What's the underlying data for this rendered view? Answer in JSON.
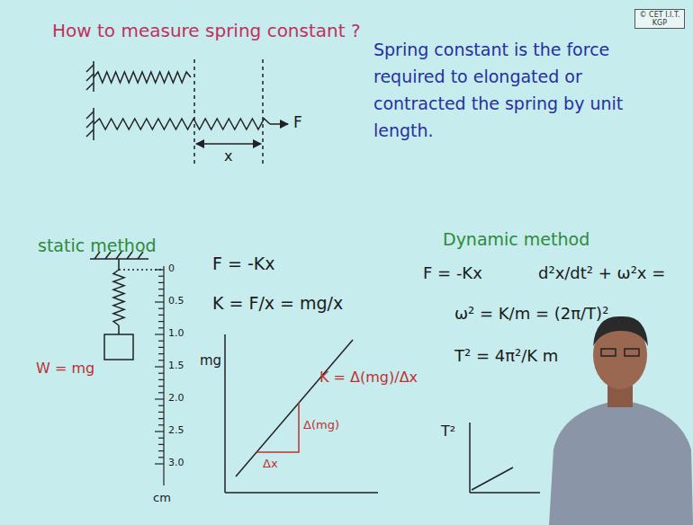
{
  "diagram": {
    "title": "How to measure spring constant ?",
    "nodes": [
      {
        "text": [
          "© CET I.I.T. KGP"
        ]
      }
    ],
    "labels": [
      "Spring constant is the force required to elongated or contracted the spring by unit length.",
      "F",
      "x",
      "static method",
      "Dynamic method",
      "0",
      "0.5",
      "1.0",
      "1.5",
      "2.0",
      "2.5",
      "3.0",
      "cm",
      "W = mg",
      "F = -Kx",
      "K = F/x = mg/x",
      "mg",
      "Δ(mg)",
      "Δx",
      "K = Δ(mg)/Δx",
      "F = -Kx",
      "d²x/dt² + ω²x =",
      "ω² = K/m = (2π/T)²",
      "T² = 4π²/K m",
      "T²"
    ]
  }
}
